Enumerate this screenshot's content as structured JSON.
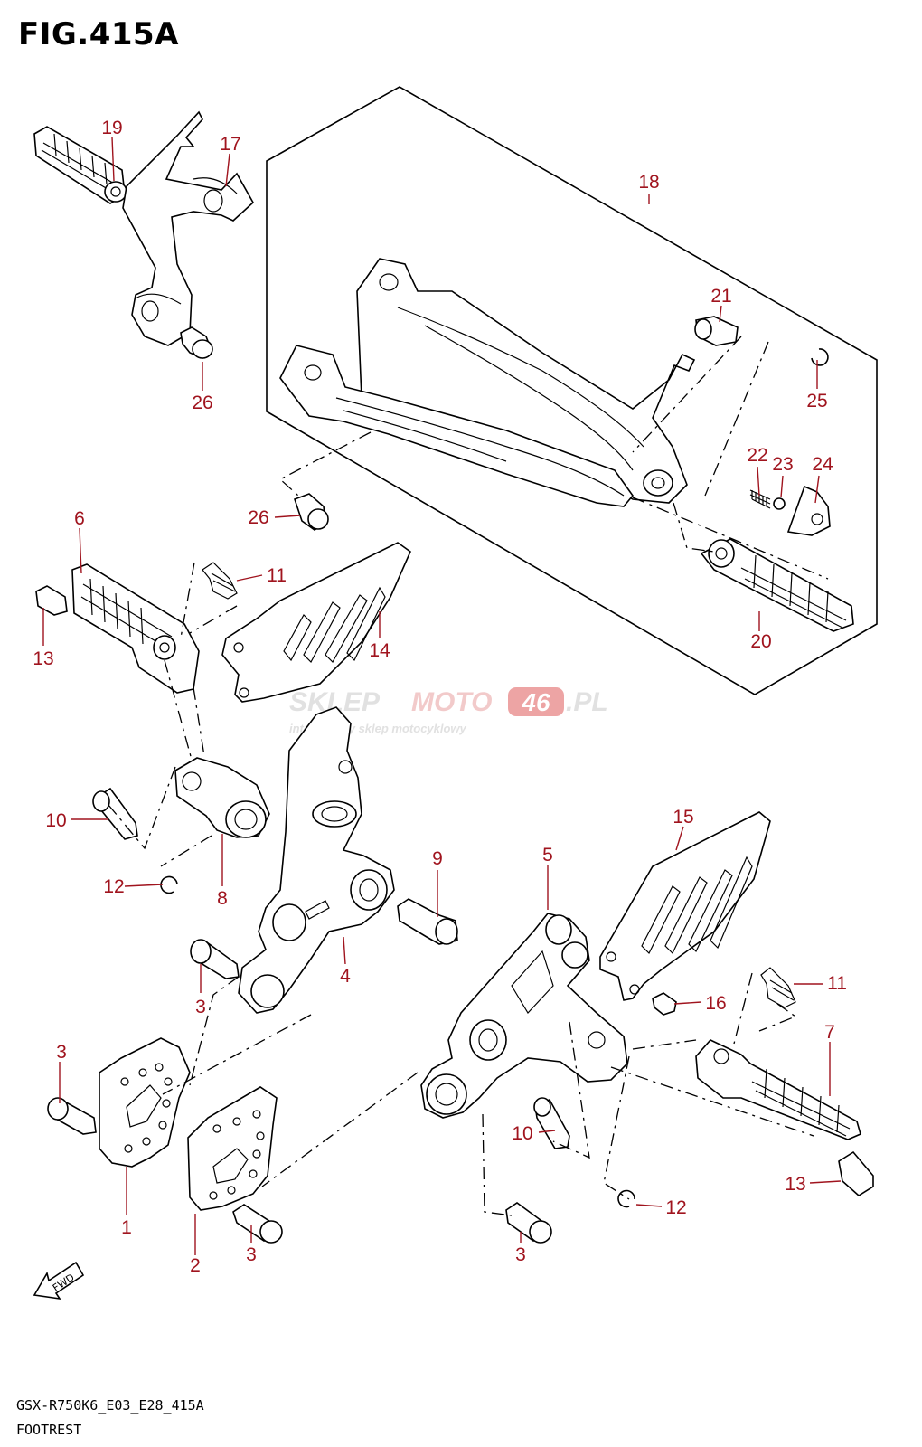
{
  "figure": {
    "title": "FIG.415A",
    "model_code": "GSX-R750K6_E03_E28_415A",
    "section_name": "FOOTREST",
    "direction_label": "FWD"
  },
  "watermark": {
    "brand_a": "SKLEP",
    "brand_b": "MOTO",
    "brand_num": "46",
    "brand_tld": ".PL",
    "tagline": "internetowy sklep motocyklowy"
  },
  "colors": {
    "label": "#a0141e",
    "line": "#000000",
    "watermark_red": "#e05a5a"
  },
  "part_numbers": [
    "19",
    "17",
    "18",
    "21",
    "25",
    "26",
    "22",
    "23",
    "24",
    "26",
    "20",
    "6",
    "11",
    "14",
    "13",
    "10",
    "12",
    "8",
    "9",
    "15",
    "5",
    "4",
    "3",
    "11",
    "16",
    "7",
    "3",
    "10",
    "12",
    "13",
    "1",
    "2",
    "3",
    "3"
  ]
}
